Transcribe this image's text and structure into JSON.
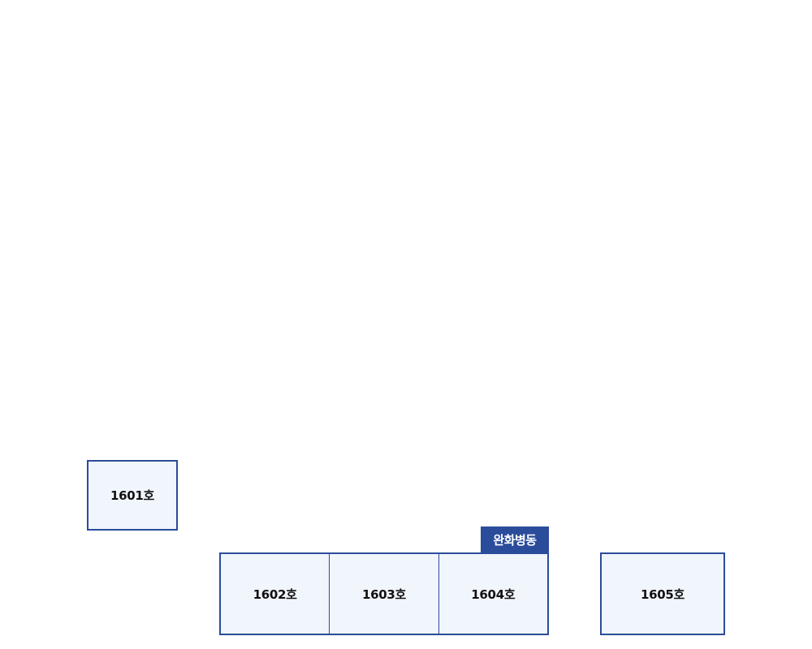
{
  "floor_plan": {
    "rooms": {
      "r1601": "1601호",
      "r1602": "1602호",
      "r1603": "1603호",
      "r1604": "1604호",
      "r1605": "1605호"
    },
    "ward_tag": "완화병동",
    "colors": {
      "border": "#2b4c9b",
      "room_fill": "#f1f5fc",
      "tag_fill": "#2b4c9b",
      "tag_text": "#ffffff"
    }
  }
}
